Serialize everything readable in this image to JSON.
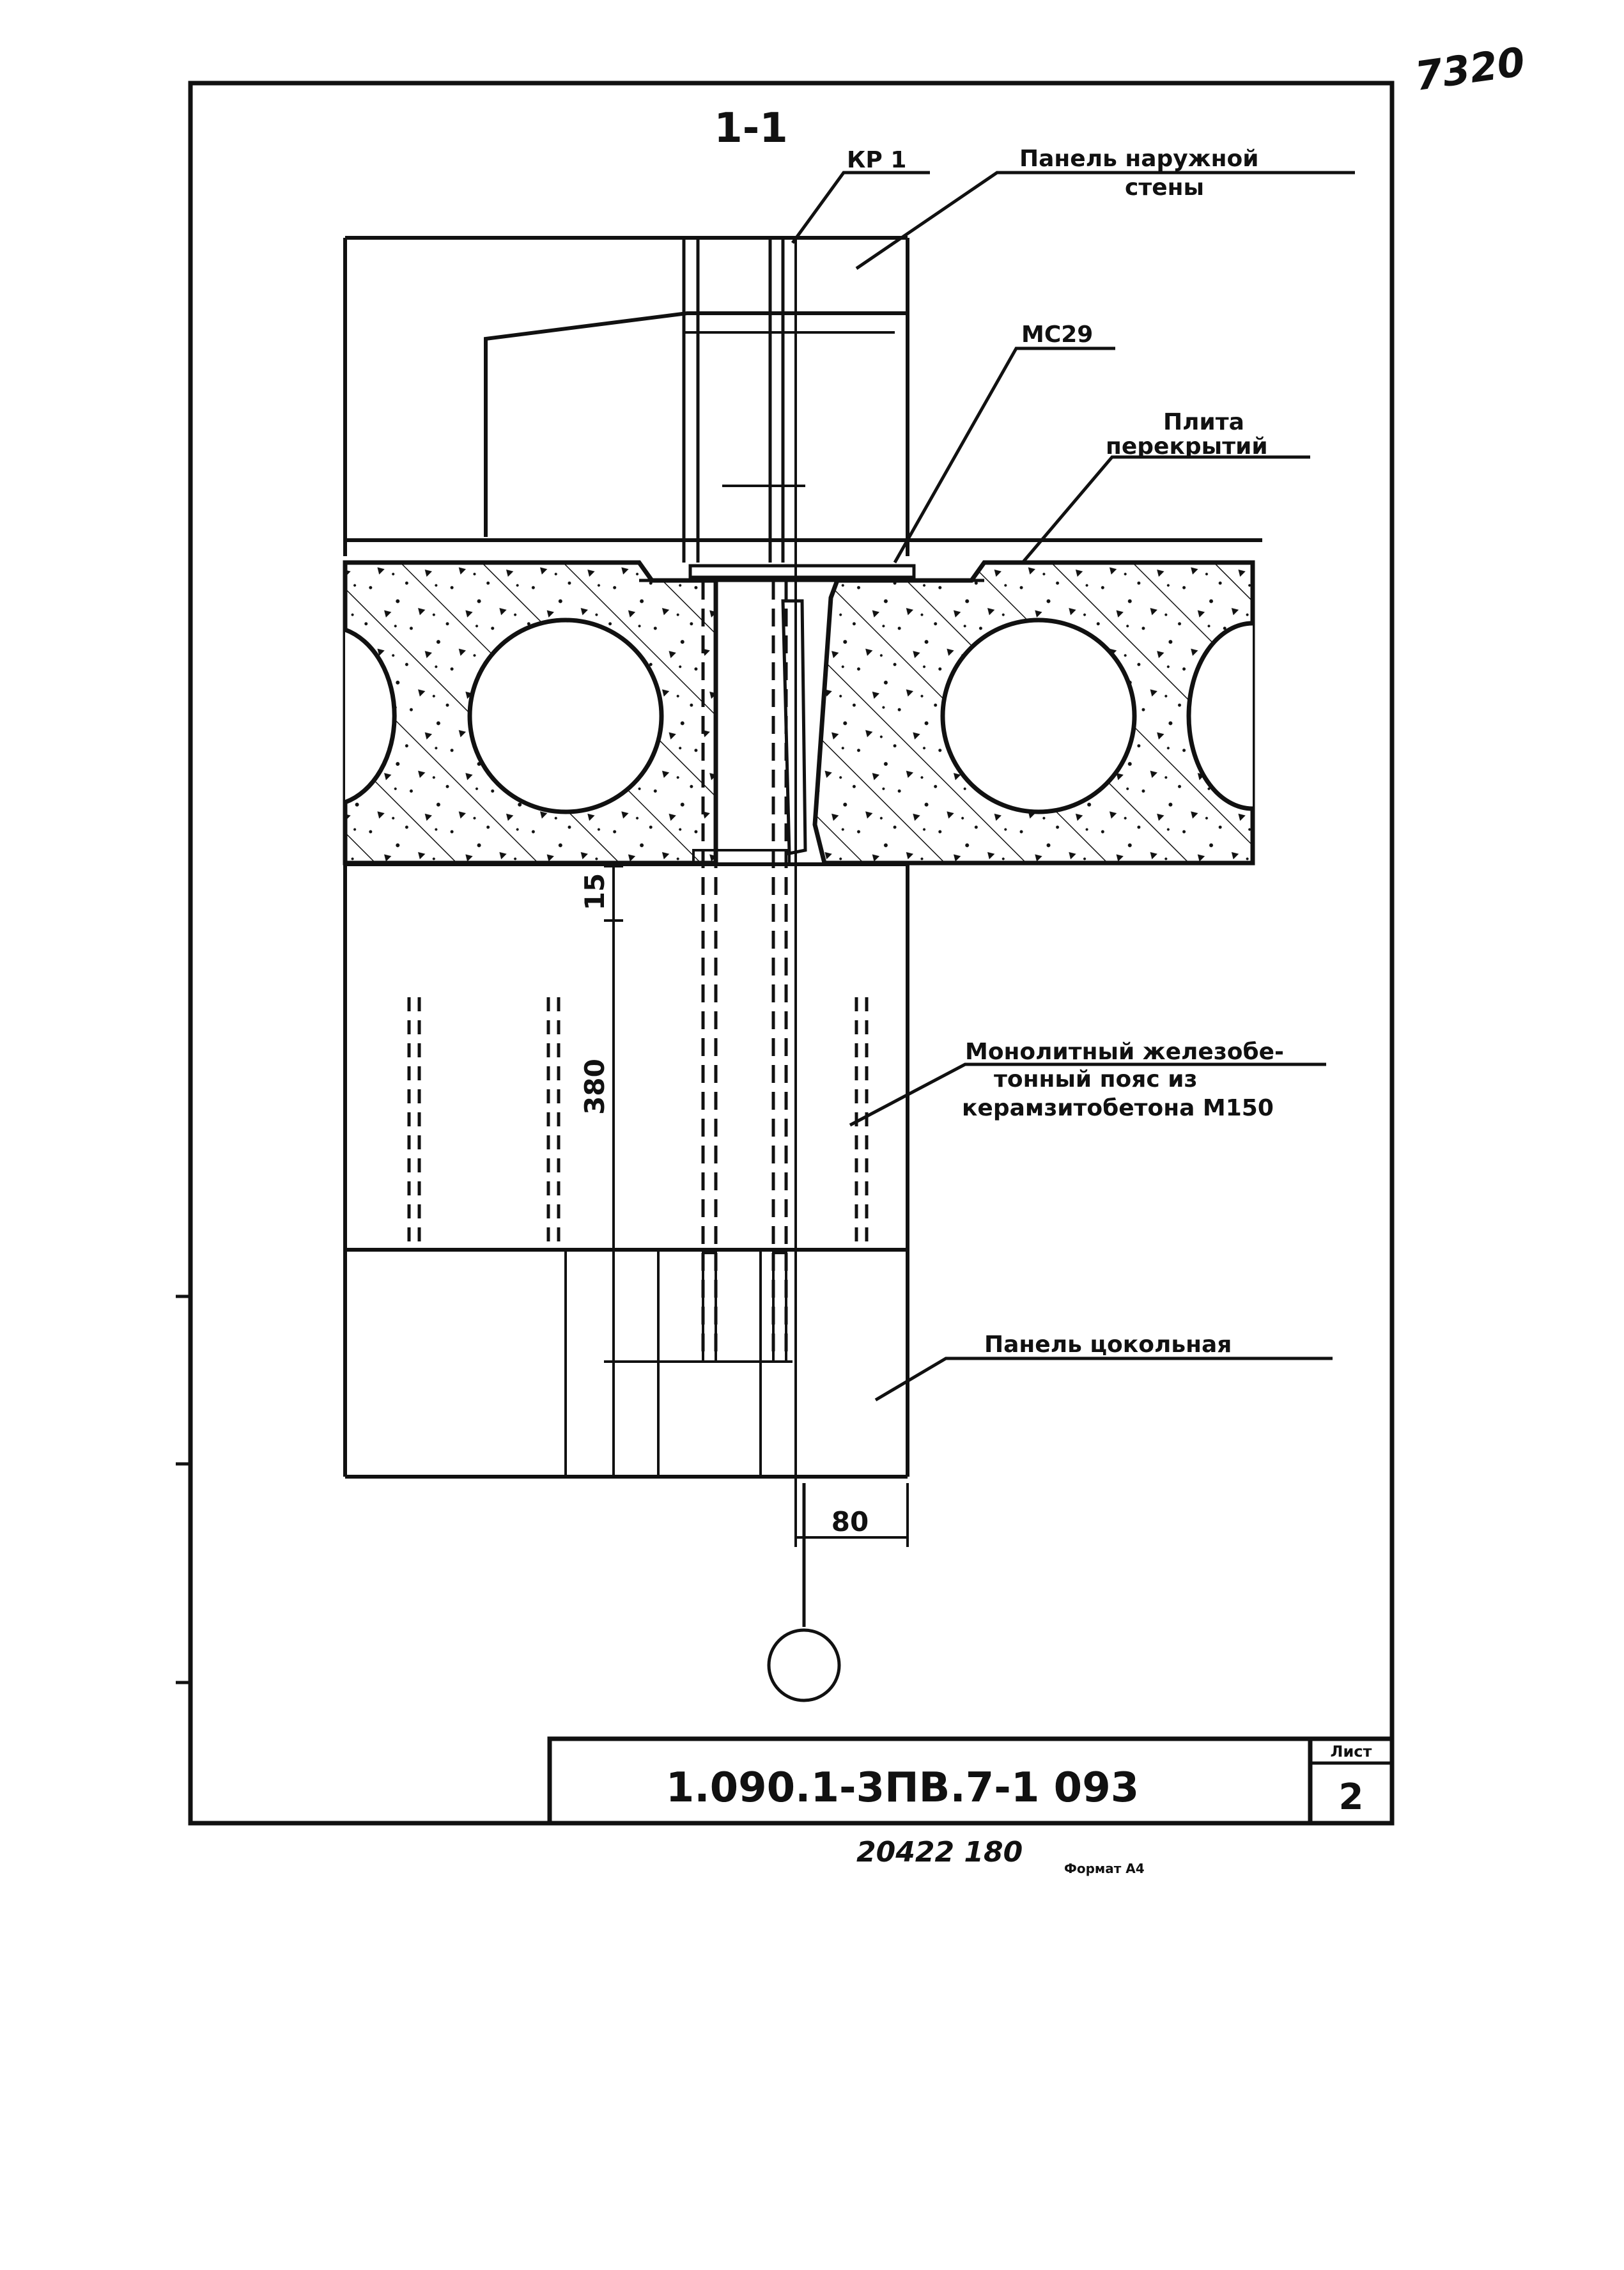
{
  "section_title": "1-1",
  "labels": {
    "kr": "КР 1",
    "outer_panel_line1": "Панель наружной",
    "outer_panel_line2": "стены",
    "mc": "МС29",
    "slab_line1": "Плита",
    "slab_line2": "перекрытий",
    "belt_line1": "Монолитный железобе-",
    "belt_line2": "тонный пояс из",
    "belt_line3": "керамзитобетона  М150",
    "plinth_panel": "Панель цокольная"
  },
  "dimensions": {
    "d15": "15",
    "d380": "380",
    "d80": "80"
  },
  "title_block": {
    "code": "1.090.1-3ПВ.7-1    093",
    "sheet_label": "Лист",
    "sheet_number": "2"
  },
  "footer": {
    "inventory": "20422  180",
    "format": "Формат А4"
  },
  "handwritten_mark": "7320"
}
